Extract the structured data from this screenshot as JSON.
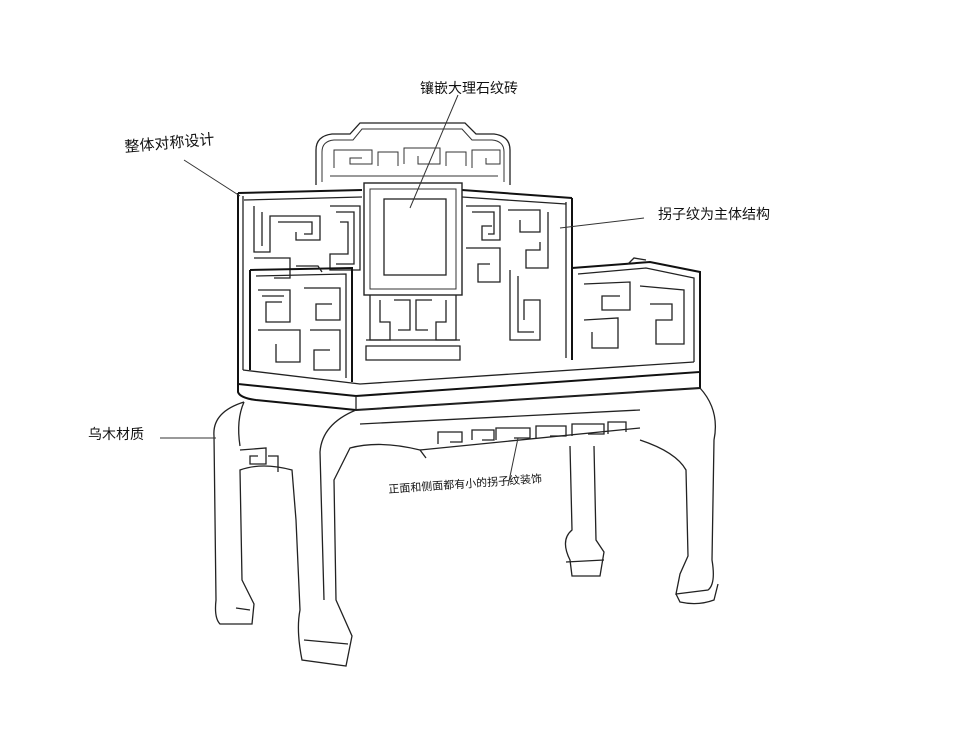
{
  "annotations": {
    "marble": "镶嵌大理石纹砖",
    "symmetry": "整体对称设计",
    "guaizi": "拐子纹为主体结构",
    "material": "乌木材质",
    "skirt": "正面和侧面都有小的拐子纹装饰"
  }
}
